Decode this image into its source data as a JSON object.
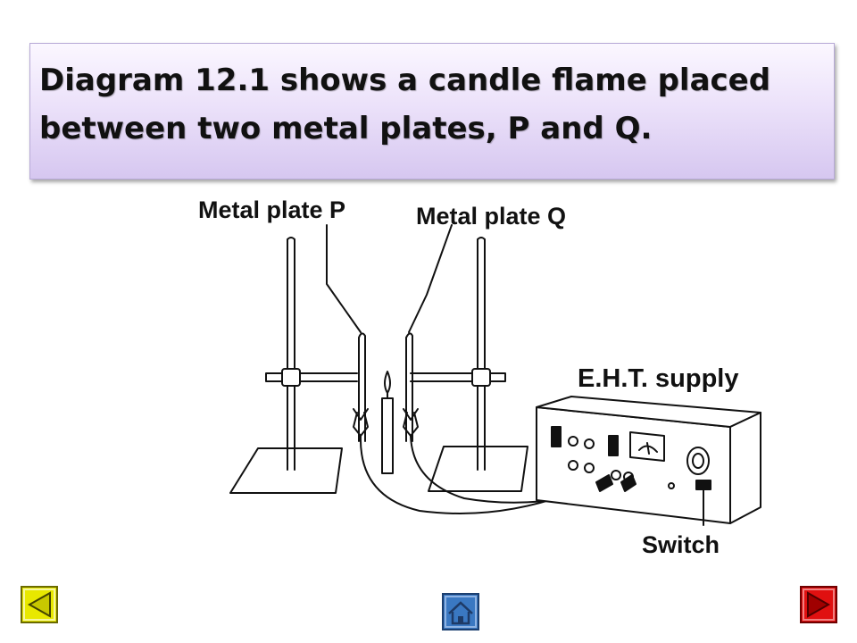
{
  "heading": {
    "line1": "Diagram 12.1 shows a candle flame placed",
    "line2": "between two metal plates, P and Q."
  },
  "figure": {
    "label_plate_p": "Metal plate P",
    "label_plate_q": "Metal plate Q",
    "label_supply": "E.H.T. supply",
    "label_switch": "Switch"
  },
  "nav": {
    "prev_icon": "triangle-left-icon",
    "home_icon": "house-icon",
    "next_icon": "triangle-right-icon",
    "prev_color": "#e8e800",
    "home_color": "#3a78c2",
    "next_color": "#e01010"
  }
}
